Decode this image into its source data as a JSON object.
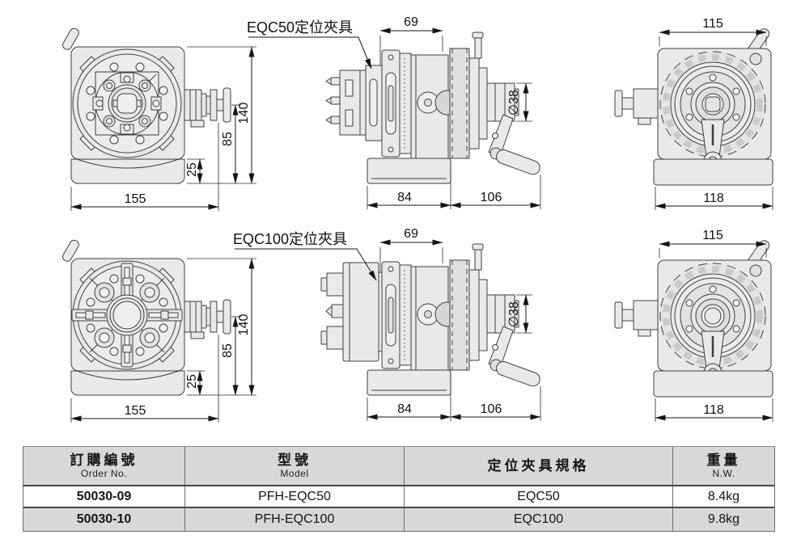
{
  "drawings": {
    "rows": [
      {
        "callout": "EQC50定位夾具",
        "front_view": {
          "overall_width": "155",
          "total_height": "140",
          "center_height": "85",
          "base_height": "25"
        },
        "side_view": {
          "fixture_depth": "69",
          "shaft_dia": "∅38",
          "front_length": "84",
          "rear_length": "106"
        },
        "rear_view": {
          "body_width": "115",
          "base_width": "118"
        }
      },
      {
        "callout": "EQC100定位夾具",
        "front_view": {
          "overall_width": "155",
          "total_height": "140",
          "center_height": "85",
          "base_height": "25"
        },
        "side_view": {
          "fixture_depth": "69",
          "shaft_dia": "∅38",
          "front_length": "84",
          "rear_length": "106"
        },
        "rear_view": {
          "body_width": "115",
          "base_width": "118"
        }
      }
    ]
  },
  "table": {
    "columns": [
      {
        "title_zh": "訂購編號",
        "title_en": "Order No."
      },
      {
        "title_zh": "型號",
        "title_en": "Model"
      },
      {
        "title_zh": "定位夾具規格",
        "title_en": ""
      },
      {
        "title_zh": "重量",
        "title_en": "N.W."
      }
    ],
    "rows": [
      [
        "50030-09",
        "PFH-EQC50",
        "EQC50",
        "8.4kg"
      ],
      [
        "50030-10",
        "PFH-EQC100",
        "EQC100",
        "9.8kg"
      ]
    ]
  },
  "colors": {
    "table_header_bg": "#d8d8d8",
    "table_alt_row_bg": "#d8d8d8",
    "line": "#3f3f3f"
  }
}
